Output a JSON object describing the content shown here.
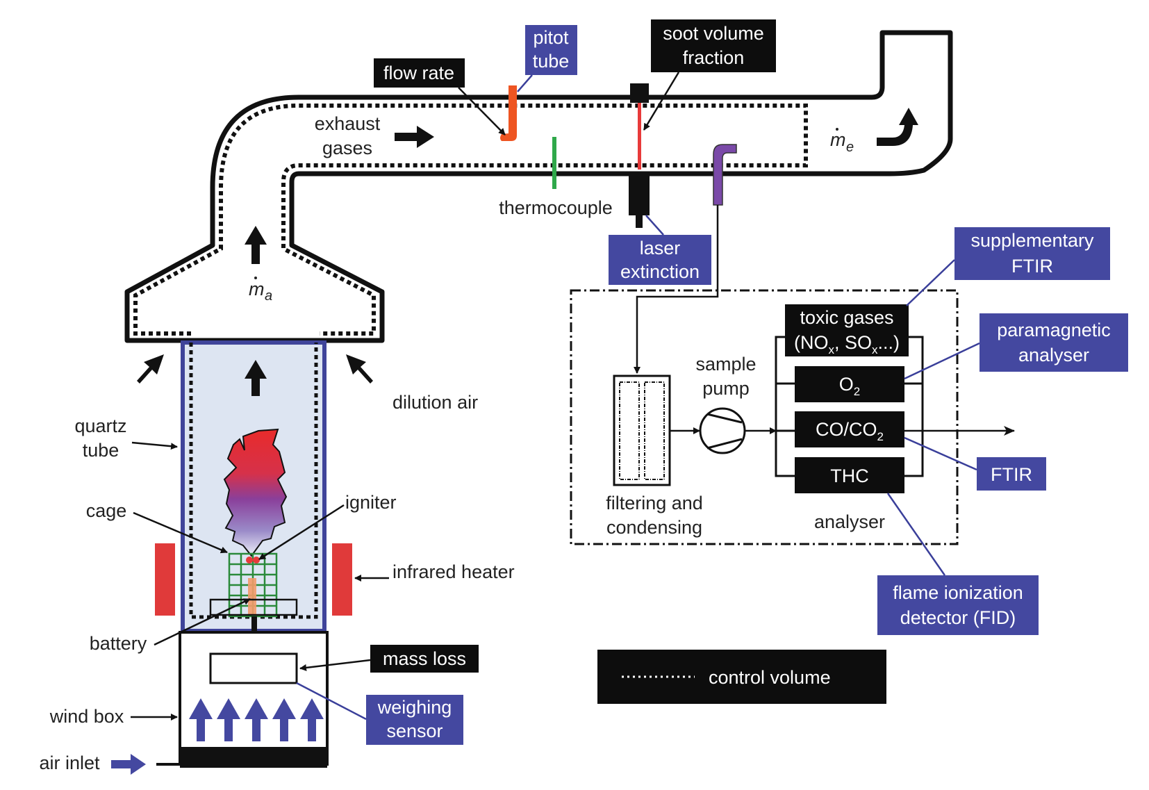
{
  "colors": {
    "black_box": "#0d0d0d",
    "blue_box": "#4448a0",
    "quartz_fill": "#dde5f2",
    "quartz_border": "#3f449a",
    "heater": "#e03a3a",
    "pitot": "#ee5522",
    "thermocouple": "#2fa84a",
    "laser_beam": "#e83a3a",
    "sampling_probe": "#7a49a8",
    "cage": "#2a8a3a",
    "battery": "#f39a6a",
    "wind_arrow": "#4448a0"
  },
  "measurements": {
    "flow_rate": "flow rate",
    "soot_volume_fraction": [
      "soot volume",
      "fraction"
    ],
    "mass_loss": "mass loss",
    "toxic_gases": [
      "toxic gases",
      "(NO",
      "x",
      ", SO",
      "x",
      "...)"
    ],
    "o2": [
      "O",
      "2"
    ],
    "co_co2": [
      "CO/CO",
      "2"
    ],
    "thc": "THC",
    "legend": "control volume",
    "legend_dots": "··········"
  },
  "instruments": {
    "pitot_tube": [
      "pitot",
      "tube"
    ],
    "laser_extinction": [
      "laser",
      "extinction"
    ],
    "supplementary_ftir": [
      "supplementary",
      "FTIR"
    ],
    "paramagnetic_analyser": [
      "paramagnetic",
      "analyser"
    ],
    "ftir": "FTIR",
    "fid": [
      "flame ionization",
      "detector (FID)"
    ],
    "weighing_sensor": [
      "weighing",
      "sensor"
    ]
  },
  "labels": {
    "exhaust_gases": [
      "exhaust",
      "gases"
    ],
    "thermocouple": "thermocouple",
    "m_e": [
      "m",
      "e"
    ],
    "m_a": [
      "m",
      "a"
    ],
    "dilution_air": "dilution air",
    "quartz_tube": [
      "quartz",
      "tube"
    ],
    "cage": "cage",
    "igniter": "igniter",
    "infrared_heater": "infrared heater",
    "battery": "battery",
    "wind_box": "wind box",
    "air_inlet": "air inlet",
    "sample_pump": [
      "sample",
      "pump"
    ],
    "filtering": [
      "filtering and",
      "condensing"
    ],
    "analyser": "analyser"
  }
}
